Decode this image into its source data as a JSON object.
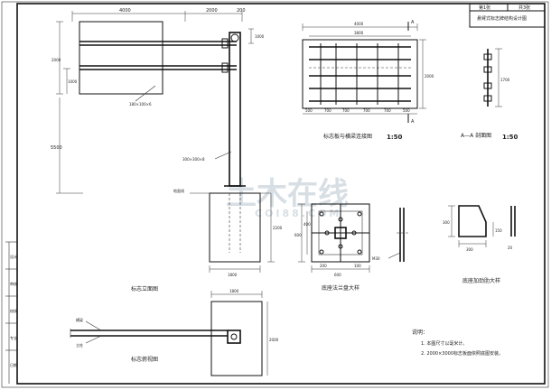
{
  "title_block": {
    "sheet_no": "第1张",
    "total": "共3张",
    "drawing_title": "悬臂式标志牌结构设计图"
  },
  "side_strip": [
    "设计",
    "审核",
    "校核",
    "专业",
    "日期"
  ],
  "front_view": {
    "dims": {
      "sign_w": "4000",
      "arm_ext": "2000",
      "post_top": "200",
      "clear_h": "5500",
      "upper_h": "2000",
      "lower_h": "1000",
      "arm_dim": "1000"
    },
    "labels": {
      "beam": "180×100×6",
      "post": "300×300×8",
      "base": "地面线"
    },
    "foundation": {
      "height": "2200",
      "width": "1800"
    },
    "caption": "标志立面图"
  },
  "plan_view": {
    "labels": [
      "横梁",
      "立柱"
    ],
    "width": "1800",
    "depth": "2000",
    "caption": "标志俯视图"
  },
  "panel_view": {
    "dims": {
      "outer": "4000",
      "inner": "3800",
      "height": "2000"
    },
    "section_tag": "A",
    "bottom_dims": [
      "500",
      "700",
      "700",
      "700",
      "700",
      "500"
    ],
    "caption": "标志板与横梁连接图",
    "scale": "1:50"
  },
  "section_view": {
    "caption": "A—A 剖面图",
    "scale": "1:50",
    "dim": "1700"
  },
  "flange_view": {
    "dims": [
      "600",
      "400",
      "200",
      "100"
    ],
    "bolt": "M30",
    "caption": "底座法兰盘大样"
  },
  "rib_view": {
    "dims": [
      "300",
      "150",
      "300",
      "20"
    ],
    "caption": "底座加劲肋大样"
  },
  "notes": {
    "heading": "说明：",
    "items": [
      "1. 本图尺寸以毫米计。",
      "2. 2000×3000标志板面依照底图安装。"
    ]
  },
  "watermark": {
    "main": "土木在线",
    "sub": "COI88.COM"
  }
}
